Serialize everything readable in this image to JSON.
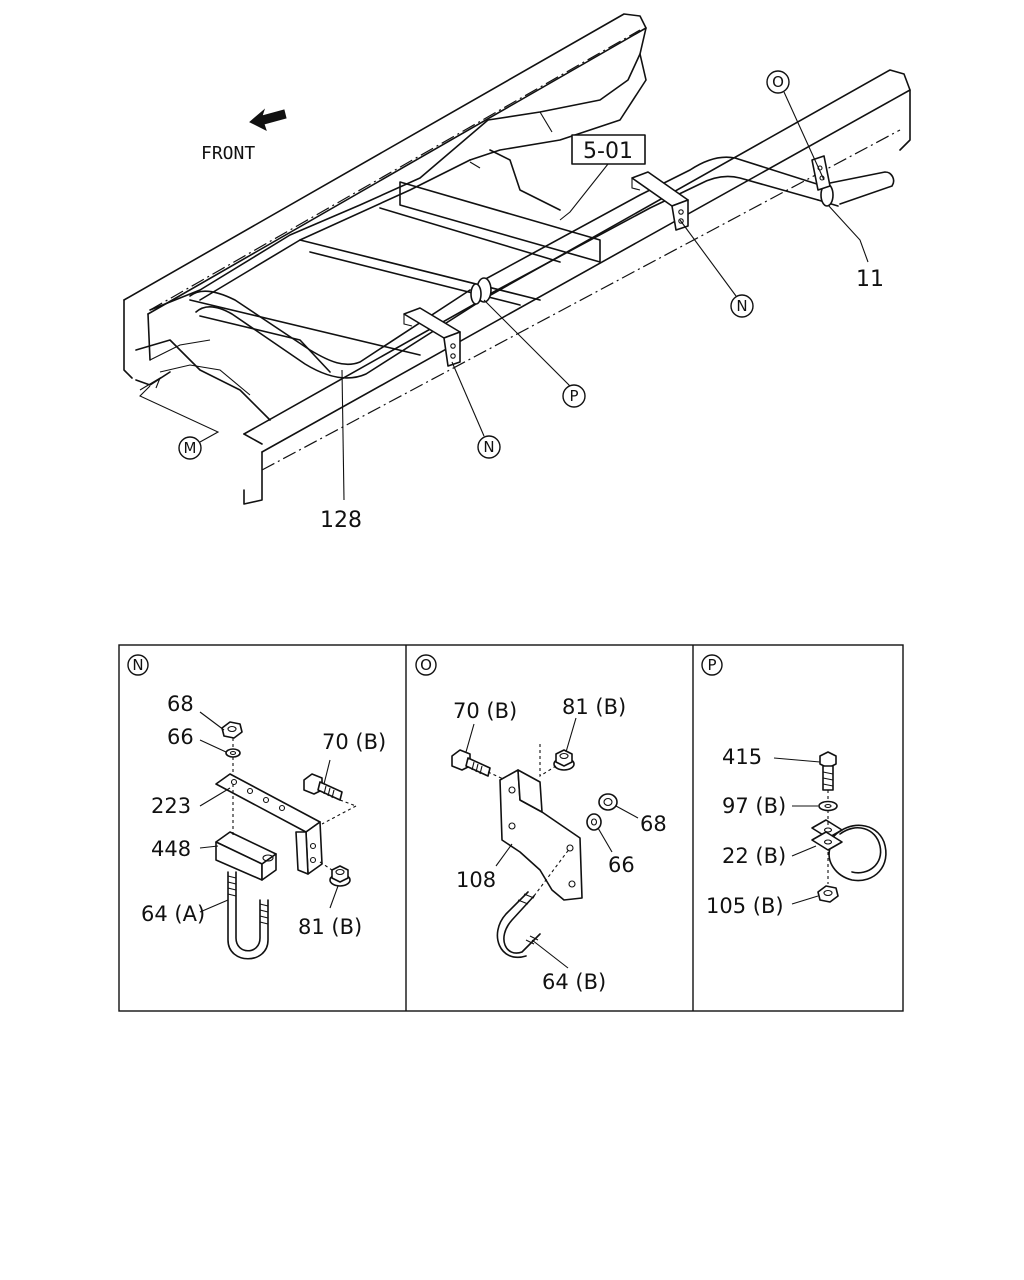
{
  "overview": {
    "direction_label": "FRONT",
    "reference_box": "5-01",
    "part_labels": {
      "frame_pipe": "128",
      "tail_pipe": "11"
    },
    "detail_refs": {
      "m": "M",
      "n1": "N",
      "n2": "N",
      "o": "O",
      "p": "P"
    }
  },
  "panels": {
    "n": {
      "ref": "N",
      "labels": {
        "nut": "68",
        "washer": "66",
        "bolt": "70 (B)",
        "bracket": "223",
        "spacer": "448",
        "u_bolt": "64 (A)",
        "flange_nut": "81 (B)"
      }
    },
    "o": {
      "ref": "O",
      "labels": {
        "bolt": "70 (B)",
        "flange_nut": "81 (B)",
        "nut": "68",
        "washer": "66",
        "bracket": "108",
        "u_bolt": "64 (B)"
      }
    },
    "p": {
      "ref": "P",
      "labels": {
        "bolt": "415",
        "washer": "97 (B)",
        "clamp": "22 (B)",
        "nut": "105 (B)"
      }
    }
  }
}
